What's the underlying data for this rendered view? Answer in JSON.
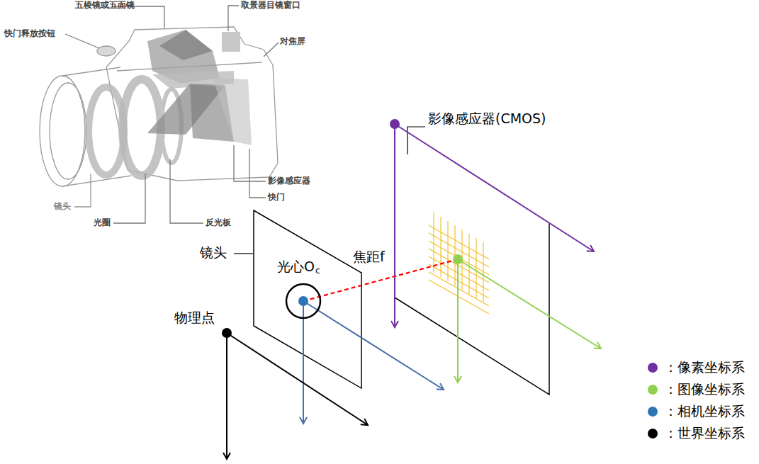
{
  "diagram": {
    "labels": [
      "五棱镜或五面镜",
      "取景器目镜窗口",
      "快门释放按钮",
      "对焦屏",
      "镜头",
      "光圈",
      "反光板",
      "影像感应器",
      "快门",
      "影像感应器(CMOS)",
      "镜头",
      "光心O",
      "c",
      "焦距f",
      "物理点"
    ],
    "legend": [
      {
        "text": "：像素坐标系",
        "color": "#7030a0"
      },
      {
        "text": "：图像坐标系",
        "color": "#92d050"
      },
      {
        "text": "：相机坐标系",
        "color": "#2e75b6"
      },
      {
        "text": "：世界坐标系",
        "color": "#000000"
      }
    ]
  }
}
